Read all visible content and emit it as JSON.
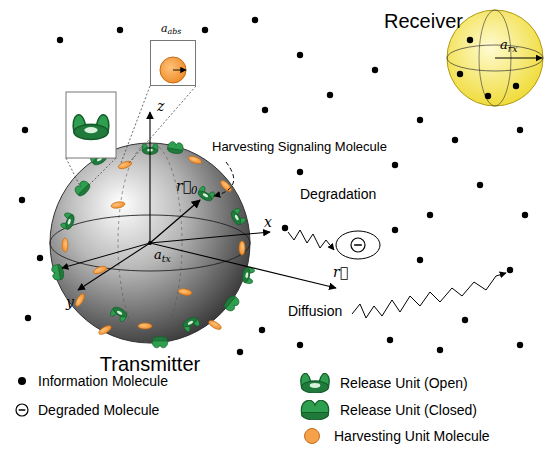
{
  "diagram": {
    "nodes": [
      {
        "text": [
          "Transmitter"
        ]
      },
      {
        "text": [
          "Receiver",
          "arx"
        ]
      },
      {
        "text": [
          "aabs"
        ]
      }
    ],
    "labels": [
      "Harvesting Signaling Molecule",
      "z",
      "x",
      "y",
      "r⃗0",
      "atx",
      "Degradation",
      "Diffusion",
      "r⃗"
    ],
    "legend": [
      {
        "text": "Information Molecule",
        "color": "#000000"
      },
      {
        "text": "Release Unit (Open)"
      },
      {
        "text": "Degraded Molecule"
      },
      {
        "text": "Release Unit (Closed)"
      },
      {
        "text": "Harvesting Unit Molecule",
        "color": "#f5a14a"
      }
    ]
  }
}
